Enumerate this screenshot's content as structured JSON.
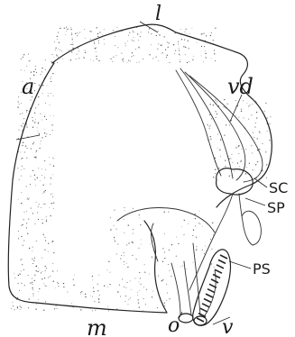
{
  "labels": {
    "l": "l",
    "a": "a",
    "vd": "vd",
    "sc": "SC",
    "sp": "SP",
    "ps": "PS",
    "m": "m",
    "o": "o",
    "v": "v"
  },
  "colors": {
    "ink": "#222222",
    "background": "#ffffff"
  }
}
